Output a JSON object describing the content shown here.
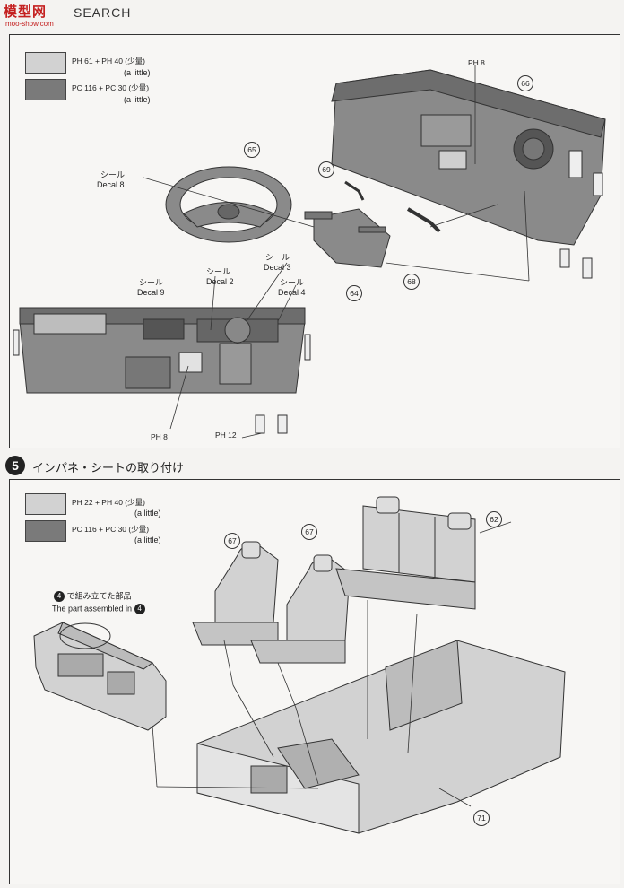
{
  "header": {
    "logo": "模型网",
    "logo_sub": "moo-show.com",
    "title": "SEARCH"
  },
  "step4": {
    "legend": [
      {
        "formula": "PH 61 + PH 40 (少量)",
        "note": "(a little)"
      },
      {
        "formula": "PC 116 + PC 30 (少量)",
        "note": "(a little)"
      }
    ],
    "parts": {
      "p65": "65",
      "p66": "66",
      "p69": "69",
      "p64": "64",
      "p68": "68"
    },
    "labels": {
      "ph8_top": "PH 8",
      "decal8": [
        "シール",
        "Decal 8"
      ],
      "decal9": [
        "シール",
        "Decal 9"
      ],
      "decal2": [
        "シール",
        "Decal 2"
      ],
      "decal3": [
        "シール",
        "Decal 3"
      ],
      "decal4": [
        "シール",
        "Decal 4"
      ],
      "ph8_bottom": "PH 8",
      "ph12": "PH 12"
    }
  },
  "step5": {
    "number": "5",
    "title": "インパネ・シートの取り付け",
    "legend": [
      {
        "formula": "PH 22 + PH 40 (少量)",
        "note": "(a little)"
      },
      {
        "formula": "PC 116 + PC 30 (少量)",
        "note": "(a little)"
      }
    ],
    "assembled_jp": "で組み立てた部品",
    "assembled_en": "The part assembled in",
    "assembled_ref": "4",
    "parts": {
      "p67a": "67",
      "p67b": "67",
      "p62": "62",
      "p71": "71"
    }
  }
}
